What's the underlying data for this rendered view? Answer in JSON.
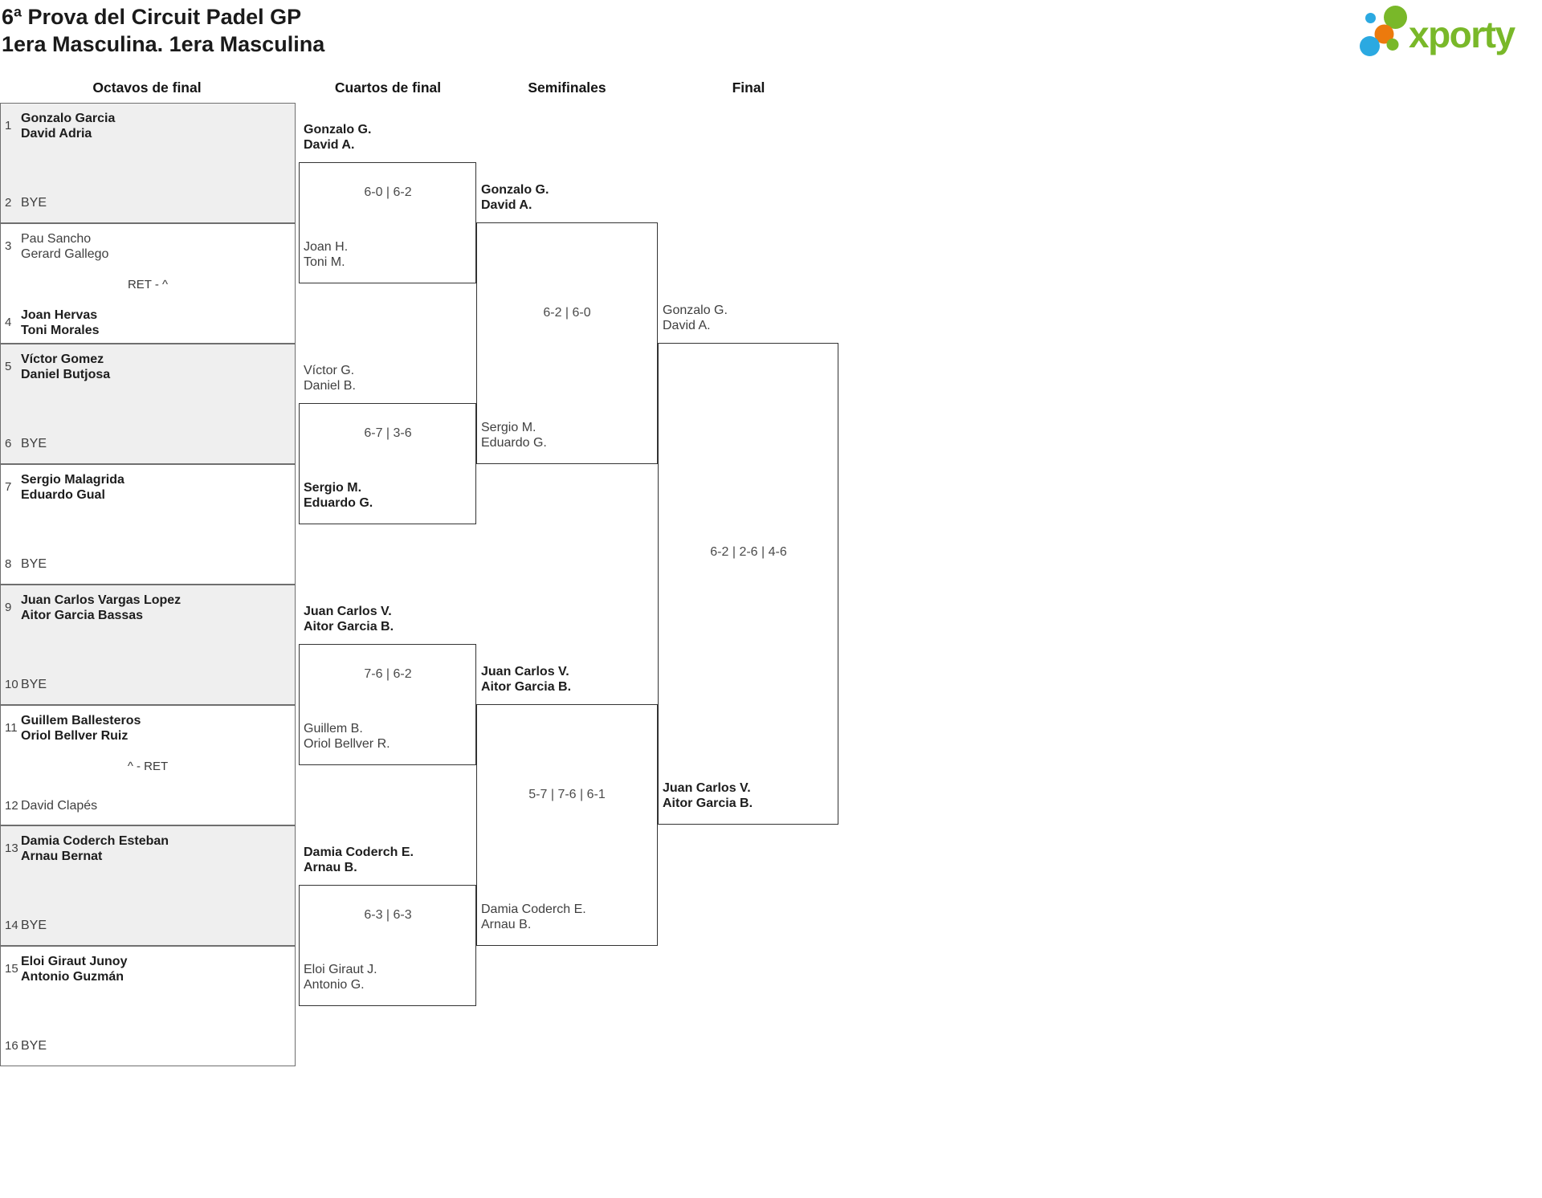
{
  "header": {
    "title": "6ª Prova del Circuit Padel GP",
    "subtitle": "1era Masculina. 1era Masculina"
  },
  "brand": {
    "logo_text": "xporty",
    "green": "#79b829",
    "blue": "#2ba9e1",
    "orange": "#ec7a0d"
  },
  "round_headers": [
    "Octavos de final",
    "Cuartos de final",
    "Semifinales",
    "Final"
  ],
  "r16_slots": [
    {
      "num": "1",
      "line1": "Gonzalo Garcia",
      "line2": "David Adria"
    },
    {
      "num": "2",
      "line1": "BYE"
    },
    {
      "num": "3",
      "line1": "Pau Sancho",
      "line2": "Gerard Gallego"
    },
    {
      "num": "4",
      "line1": "Joan Hervas",
      "line2": "Toni Morales"
    },
    {
      "num": "5",
      "line1": "Víctor Gomez",
      "line2": "Daniel Butjosa"
    },
    {
      "num": "6",
      "line1": "BYE"
    },
    {
      "num": "7",
      "line1": "Sergio Malagrida",
      "line2": "Eduardo Gual"
    },
    {
      "num": "8",
      "line1": "BYE"
    },
    {
      "num": "9",
      "line1": "Juan Carlos Vargas Lopez",
      "line2": "Aitor Garcia Bassas"
    },
    {
      "num": "10",
      "line1": "BYE"
    },
    {
      "num": "11",
      "line1": "Guillem Ballesteros",
      "line2": "Oriol Bellver Ruiz"
    },
    {
      "num": "12",
      "line1": "David Clapés"
    },
    {
      "num": "13",
      "line1": "Damia Coderch Esteban",
      "line2": "Arnau Bernat"
    },
    {
      "num": "14",
      "line1": "BYE"
    },
    {
      "num": "15",
      "line1": "Eloi Giraut Junoy",
      "line2": "Antonio Guzmán"
    },
    {
      "num": "16",
      "line1": "BYE"
    }
  ],
  "r16_annotations": [
    "RET - ^",
    "^ - RET"
  ],
  "quarterfinals": [
    {
      "top": {
        "line1": "Gonzalo G.",
        "line2": "David A."
      },
      "score": "6-0 | 6-2",
      "bottom": {
        "line1": "Joan H.",
        "line2": "Toni M."
      }
    },
    {
      "top": {
        "line1": "Víctor G.",
        "line2": "Daniel B."
      },
      "score": "6-7 | 3-6",
      "bottom": {
        "line1": "Sergio M.",
        "line2": "Eduardo G."
      }
    },
    {
      "top": {
        "line1": "Juan Carlos V.",
        "line2": "Aitor Garcia B."
      },
      "score": "7-6 | 6-2",
      "bottom": {
        "line1": "Guillem B.",
        "line2": "Oriol Bellver R."
      }
    },
    {
      "top": {
        "line1": "Damia Coderch E.",
        "line2": "Arnau B."
      },
      "score": "6-3 | 6-3",
      "bottom": {
        "line1": "Eloi Giraut J.",
        "line2": "Antonio G."
      }
    }
  ],
  "semifinals": [
    {
      "top": {
        "line1": "Gonzalo G.",
        "line2": "David A."
      },
      "score": "6-2 | 6-0",
      "bottom": {
        "line1": "Sergio M.",
        "line2": "Eduardo G."
      }
    },
    {
      "top": {
        "line1": "Juan Carlos V.",
        "line2": "Aitor Garcia B."
      },
      "score": "5-7 | 7-6 | 6-1",
      "bottom": {
        "line1": "Damia Coderch E.",
        "line2": "Arnau B."
      }
    }
  ],
  "final": {
    "top": {
      "line1": "Gonzalo G.",
      "line2": "David A."
    },
    "score": "6-2 | 2-6 | 4-6",
    "bottom": {
      "line1": "Juan Carlos V.",
      "line2": "Aitor Garcia B."
    }
  }
}
